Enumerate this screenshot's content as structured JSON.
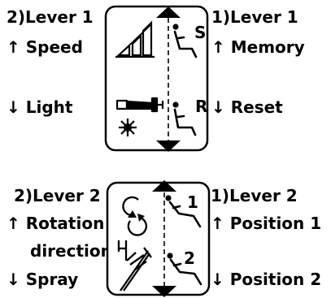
{
  "panel_top": {
    "left": {
      "heading": "2)Lever 1",
      "up": "↑ Speed",
      "down": "↓ Light"
    },
    "right": {
      "heading": "1)Lever 1",
      "up": "↑ Memory",
      "down": "↓ Reset"
    },
    "icons": {
      "upper_left": "speed-bars-icon",
      "upper_right": "chair-memory-icon",
      "upper_right_letter": "S",
      "lower_left": "handpiece-light-icon",
      "lower_right": "chair-reset-icon",
      "lower_right_letter": "R"
    }
  },
  "panel_bottom": {
    "left": {
      "heading": "2)Lever 2",
      "up": "↑ Rotation",
      "up2": "direction",
      "down": "↓ Spray"
    },
    "right": {
      "heading": "1)Lever 2",
      "up": "↑ Position 1",
      "down": "↓ Position 2"
    },
    "icons": {
      "upper_left": "rotation-direction-icon",
      "upper_right": "chair-position-1-icon",
      "upper_right_letter": "1",
      "lower_left": "handpiece-spray-icon",
      "lower_right": "chair-position-2-icon",
      "lower_right_letter": "2"
    }
  },
  "colors": {
    "ink": "#000000",
    "background": "#ffffff"
  }
}
